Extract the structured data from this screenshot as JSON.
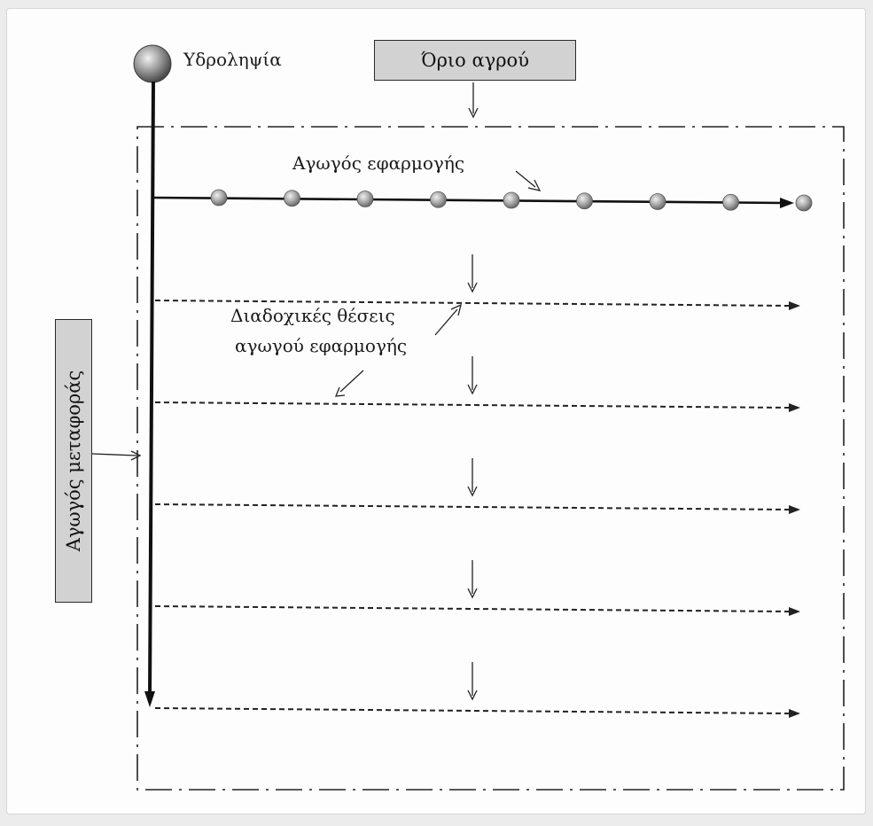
{
  "labels": {
    "water_source": "Υδροληψία",
    "field_boundary": "Όριο αγρού",
    "application_pipe": "Αγωγός εφαρμογής",
    "successive_positions_line1": "Διαδοχικές θέσεις",
    "successive_positions_line2": "αγωγού εφαρμογής",
    "transport_pipe": "Αγωγός μεταφοράς"
  },
  "diagram": {
    "sprinkler_count": 9,
    "successive_position_count": 5
  }
}
